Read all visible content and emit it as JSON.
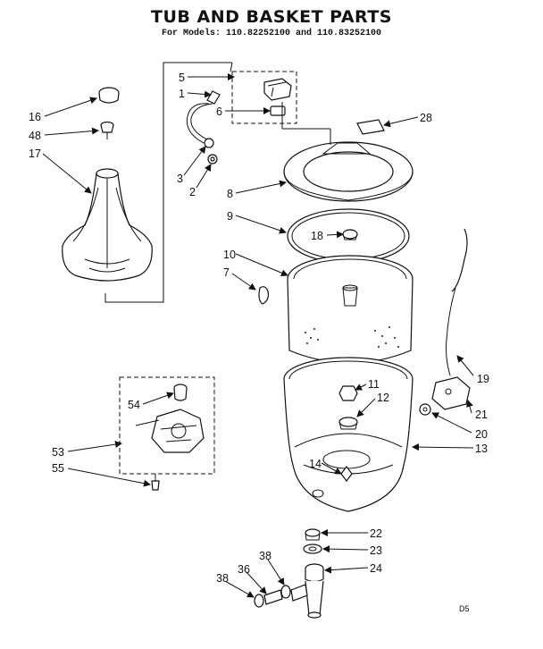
{
  "title": "TUB AND BASKET PARTS",
  "subtitle": "For Models: 110.82252100 and 110.83252100",
  "callouts": [
    "16",
    "48",
    "17",
    "5",
    "1",
    "6",
    "3",
    "2",
    "28",
    "8",
    "9",
    "18",
    "10",
    "7",
    "11",
    "12",
    "19",
    "21",
    "20",
    "13",
    "54",
    "53",
    "55",
    "14",
    "22",
    "23",
    "24",
    "38",
    "36",
    "38"
  ],
  "drawing_code": "D5"
}
